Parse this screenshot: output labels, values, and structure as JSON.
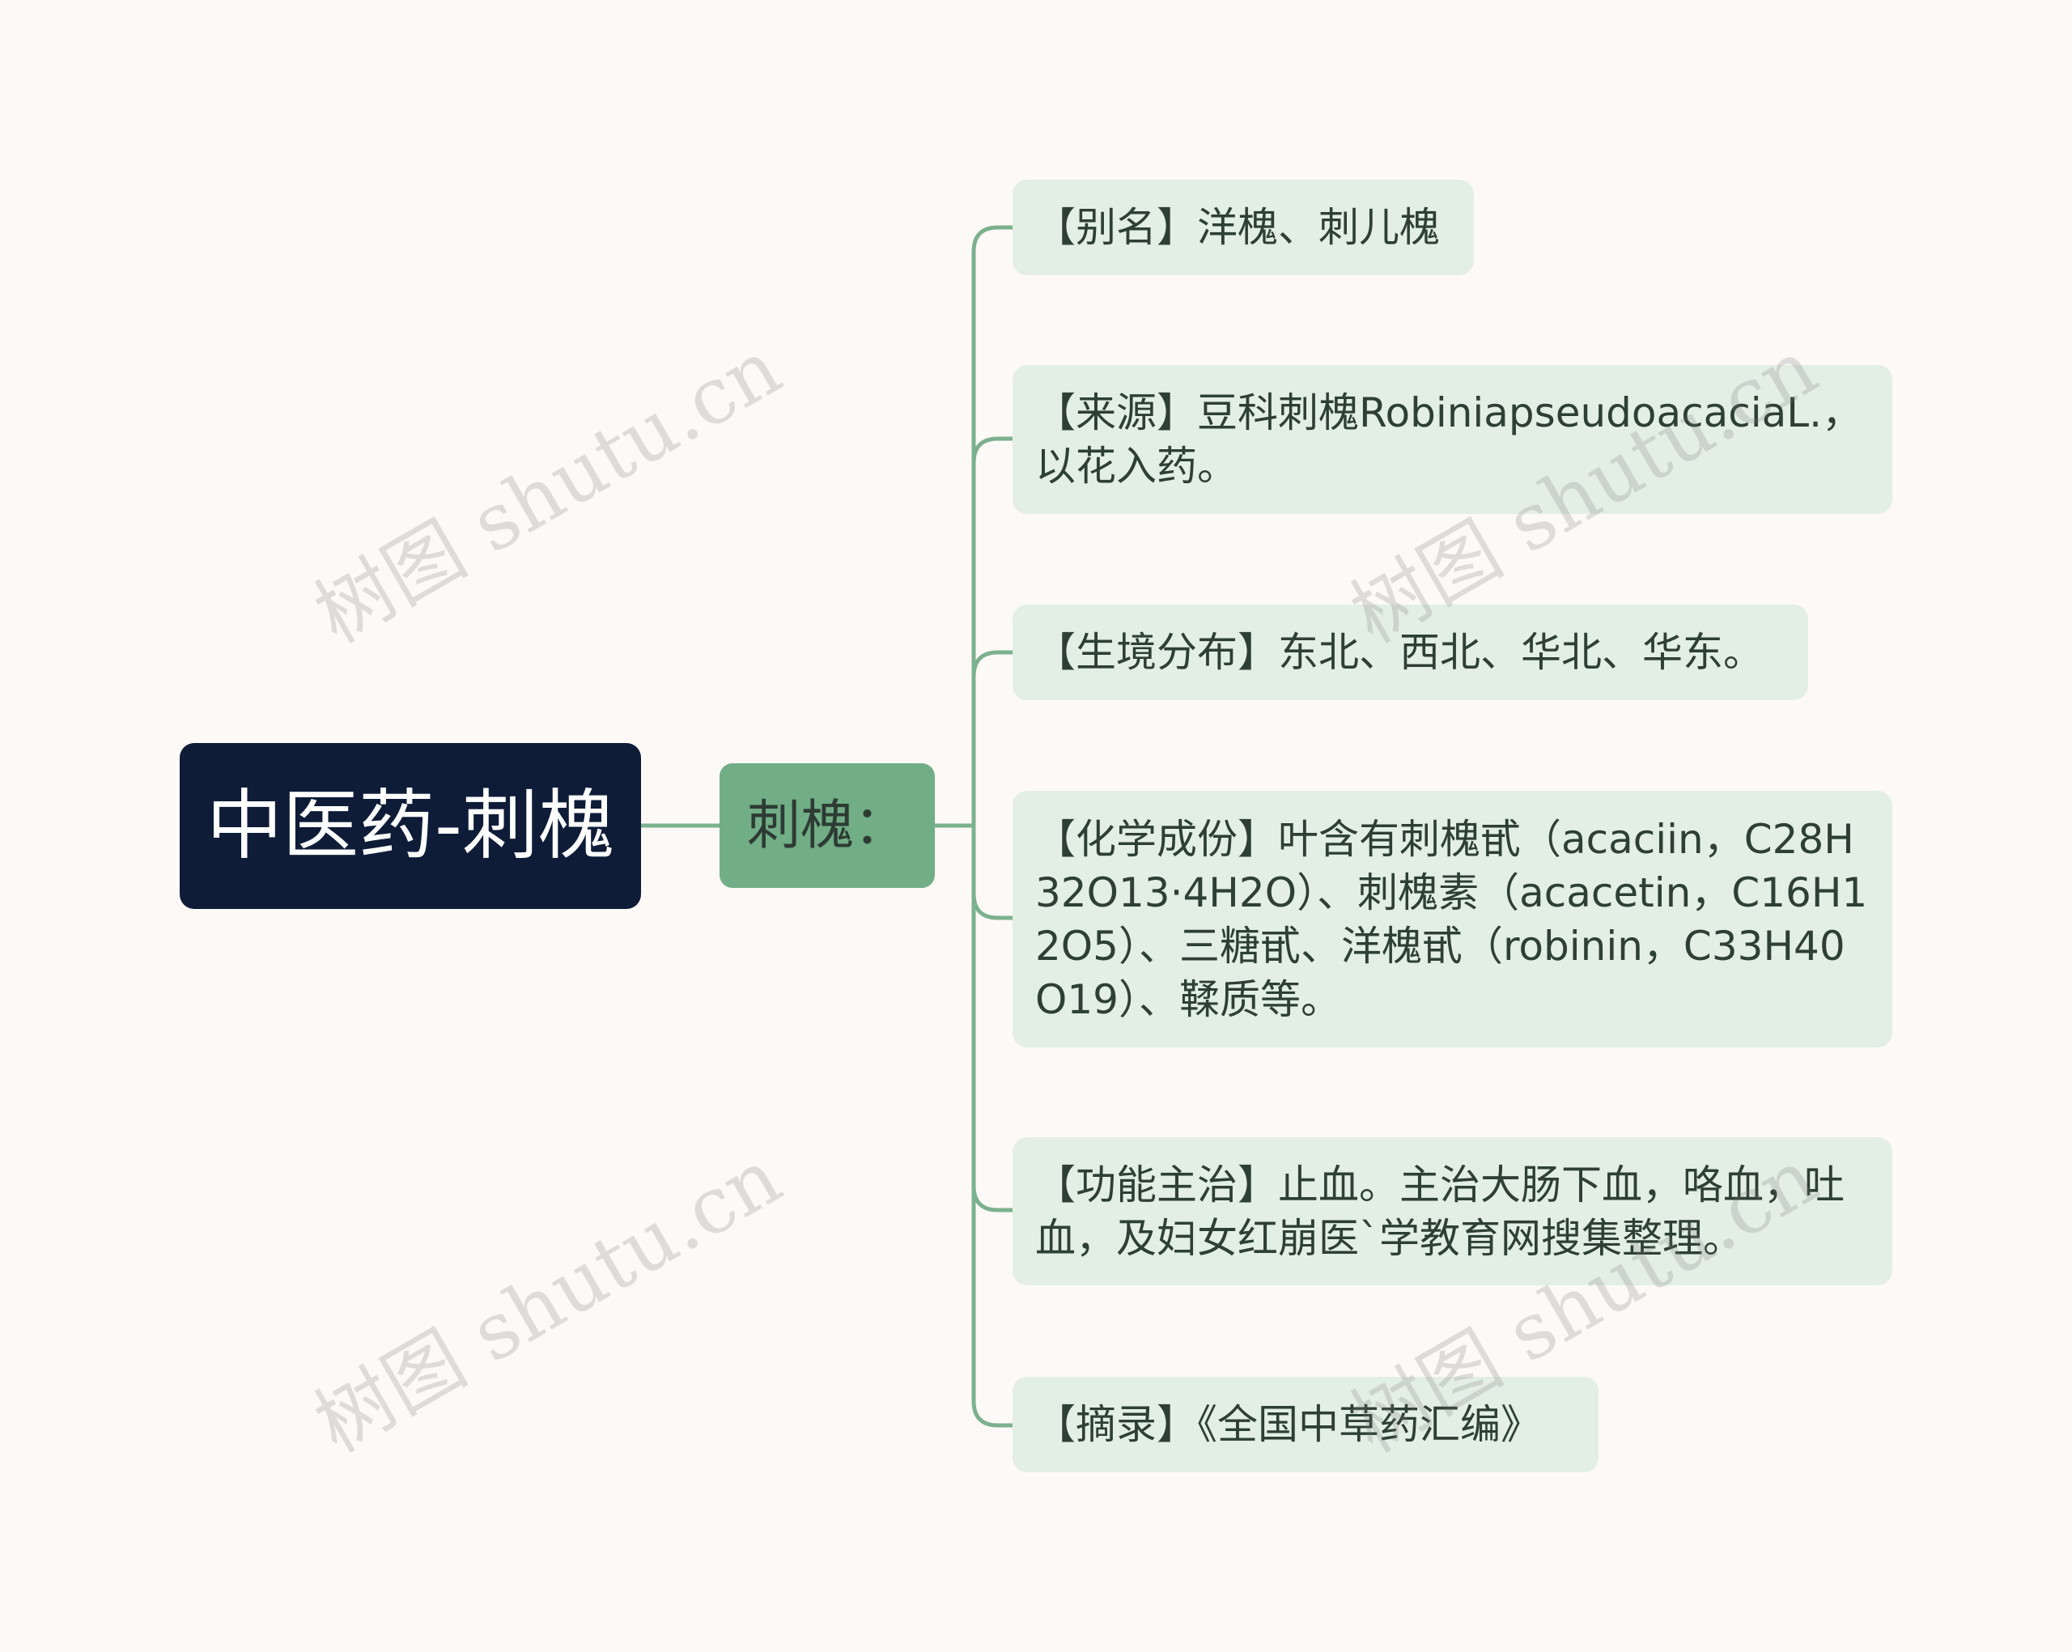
{
  "root": {
    "label": "中医药-刺槐"
  },
  "branch": {
    "label": "刺槐："
  },
  "leaves": [
    {
      "text": "【别名】洋槐、刺儿槐"
    },
    {
      "text": "【来源】豆科刺槐RobiniapseudoacaciaL.，以花入药。"
    },
    {
      "text": "【生境分布】东北、西北、华北、华东。"
    },
    {
      "text": "【化学成份】叶含有刺槐甙（acaciin，C28H32O13·4H2O）、刺槐素（acacetin，C16H12O5）、三糖甙、洋槐甙（robinin，C33H40O19）、鞣质等。"
    },
    {
      "text": "【功能主治】止血。主治大肠下血，咯血，吐血，及妇女红崩医`学教育网搜集整理。"
    },
    {
      "text": "【摘录】《全国中草药汇编》"
    }
  ],
  "watermark": {
    "text": "树图 shutu.cn"
  },
  "colors": {
    "background": "#fcf9f7",
    "root_fill": "#0e1c38",
    "branch_fill": "#71ad85",
    "leaf_fill": "#e3efe4",
    "connector": "#7cb18e"
  }
}
